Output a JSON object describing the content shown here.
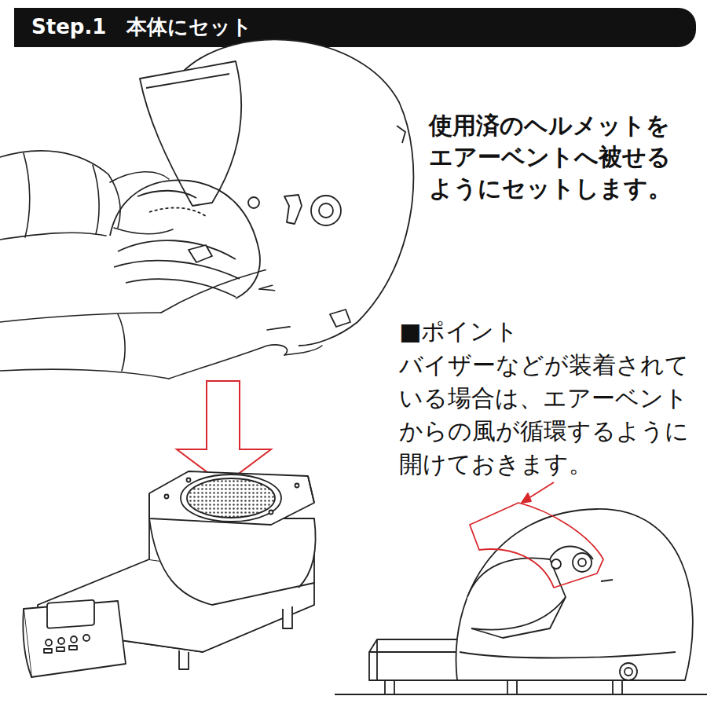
{
  "diagram": {
    "title": "Step.1　本体にセット",
    "labels": [
      "使用済のヘルメットを エアーベントへ被せる ようにセットします。",
      "■ポイント",
      "バイザーなどが装着されて いる場合は、エアーベント からの風が循環するように 開けておきます。"
    ]
  }
}
